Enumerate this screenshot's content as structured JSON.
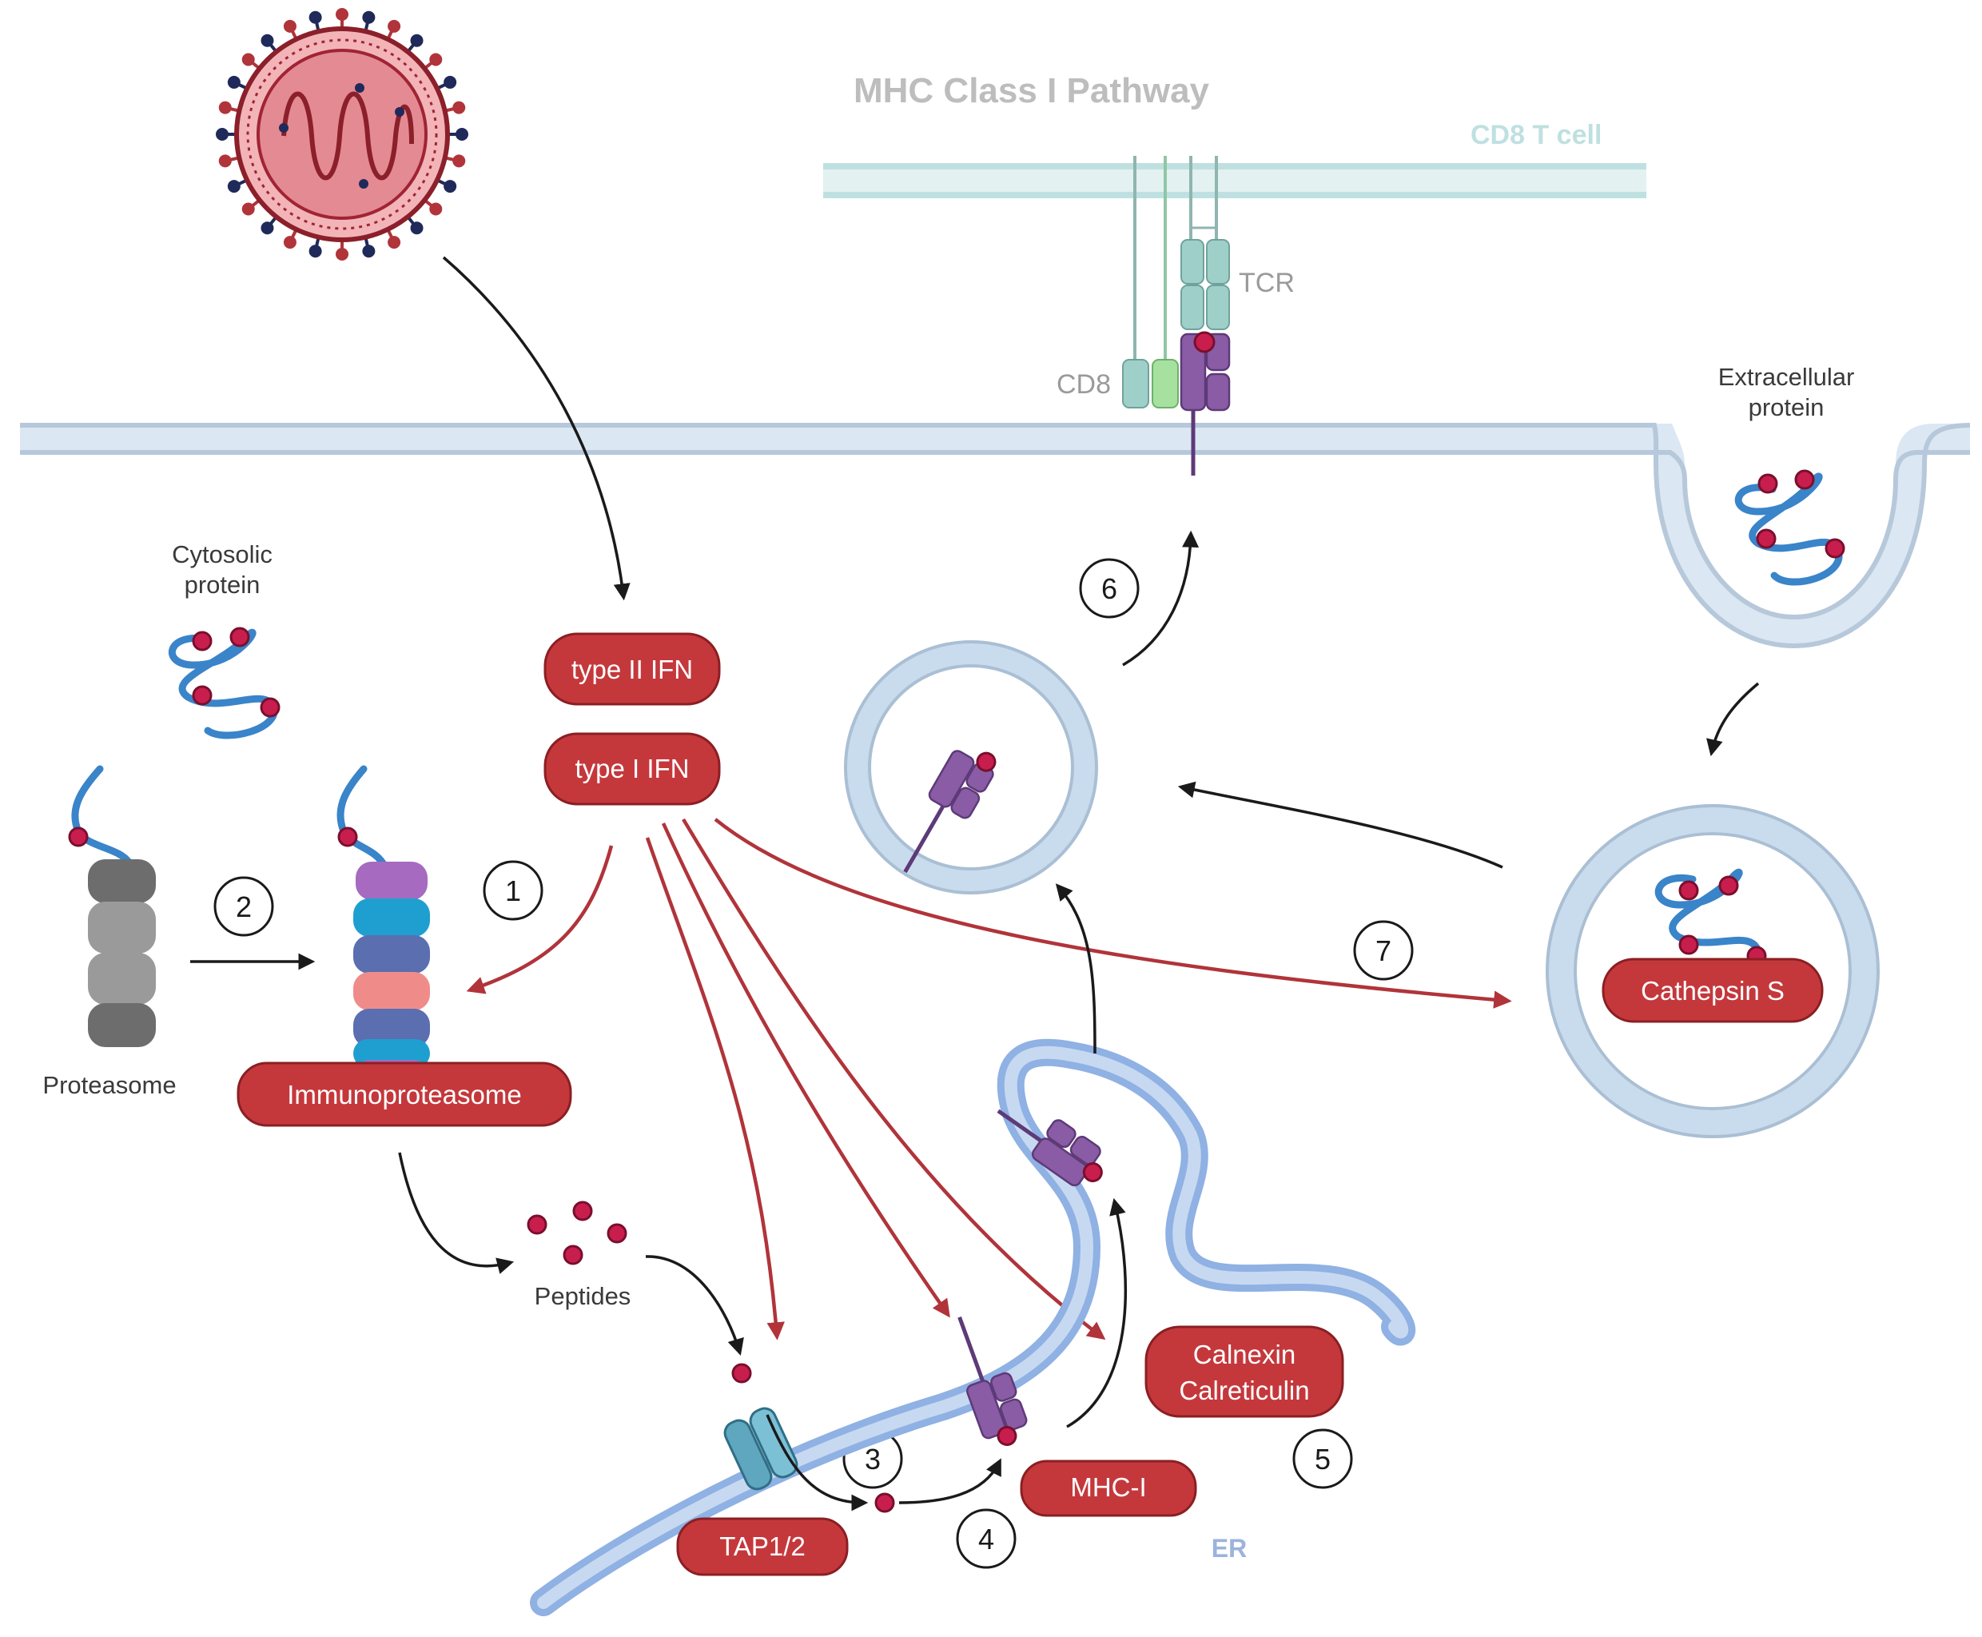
{
  "title": "MHC Class I Pathway",
  "labels": {
    "cd8_t_cell": "CD8 T cell",
    "tcr": "TCR",
    "cd8": "CD8",
    "extracellular_line1": "Extracellular",
    "extracellular_line2": "protein",
    "cytosolic_line1": "Cytosolic",
    "cytosolic_line2": "protein",
    "proteasome": "Proteasome",
    "peptides": "Peptides",
    "er": "ER"
  },
  "pills": {
    "type2_ifn": "type II IFN",
    "type1_ifn": "type I IFN",
    "immunoproteasome": "Immunoproteasome",
    "cathepsin_s": "Cathepsin S",
    "calnexin": "Calnexin",
    "calreticulin": "Calreticulin",
    "mhc1": "MHC-I",
    "tap": "TAP1/2"
  },
  "steps": [
    "1",
    "2",
    "3",
    "4",
    "5",
    "6",
    "7"
  ],
  "colors": {
    "pill_fill": "#c4383c",
    "membrane": "#c9dced",
    "er_membrane": "#8fb1e3",
    "peptide": "#c81e4e",
    "mhc": "#8a5ca5",
    "protein": "#3a84c9",
    "arrow_red": "#b0343a"
  }
}
